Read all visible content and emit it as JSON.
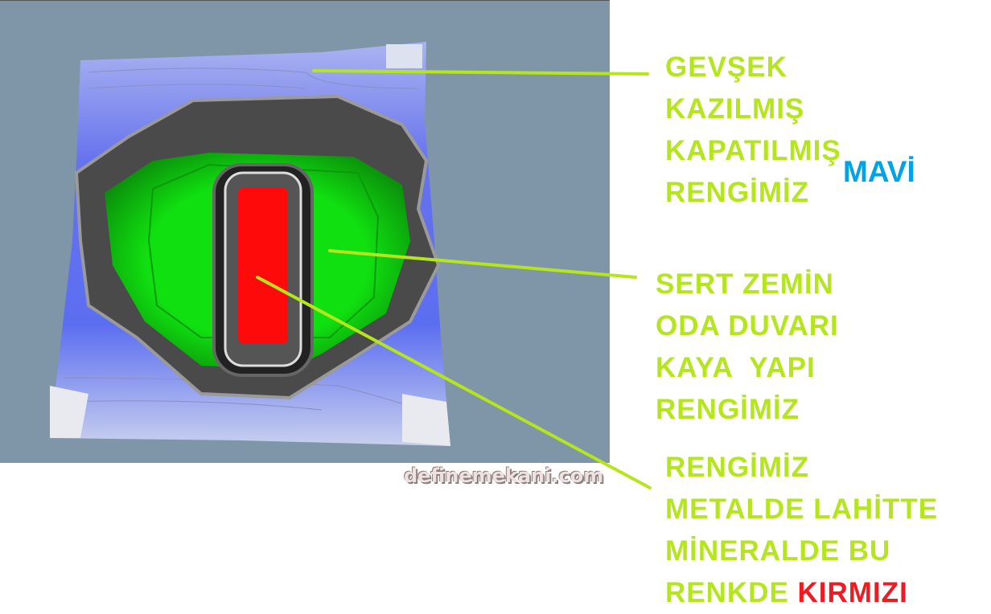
{
  "annotations": {
    "loose_soil": {
      "lines": [
        "GEVŞEK",
        "KAZILMIŞ",
        "KAPATILMIŞ",
        "RENGİMİZ"
      ],
      "color_word": "MAVİ",
      "color": "#00a2e8"
    },
    "hard_ground": {
      "lines": [
        "SERT ZEMİN",
        "ODA DUVARI",
        "KAYA  YAPI",
        "RENGİMİZ"
      ]
    },
    "metal": {
      "lines": [
        "RENGİMİZ",
        "METALDE LAHİTTE",
        "MİNERALDE BU"
      ],
      "last_prefix": "RENKDE ",
      "color_word": "KIRMIZI",
      "color": "#ed1c24"
    }
  },
  "watermark": "definemekani.com",
  "colors": {
    "label": "#b5e61d",
    "background": "#7f95a8",
    "soft": "#6a78f0",
    "hard": "#10e010",
    "metal": "#ff0a0a"
  }
}
